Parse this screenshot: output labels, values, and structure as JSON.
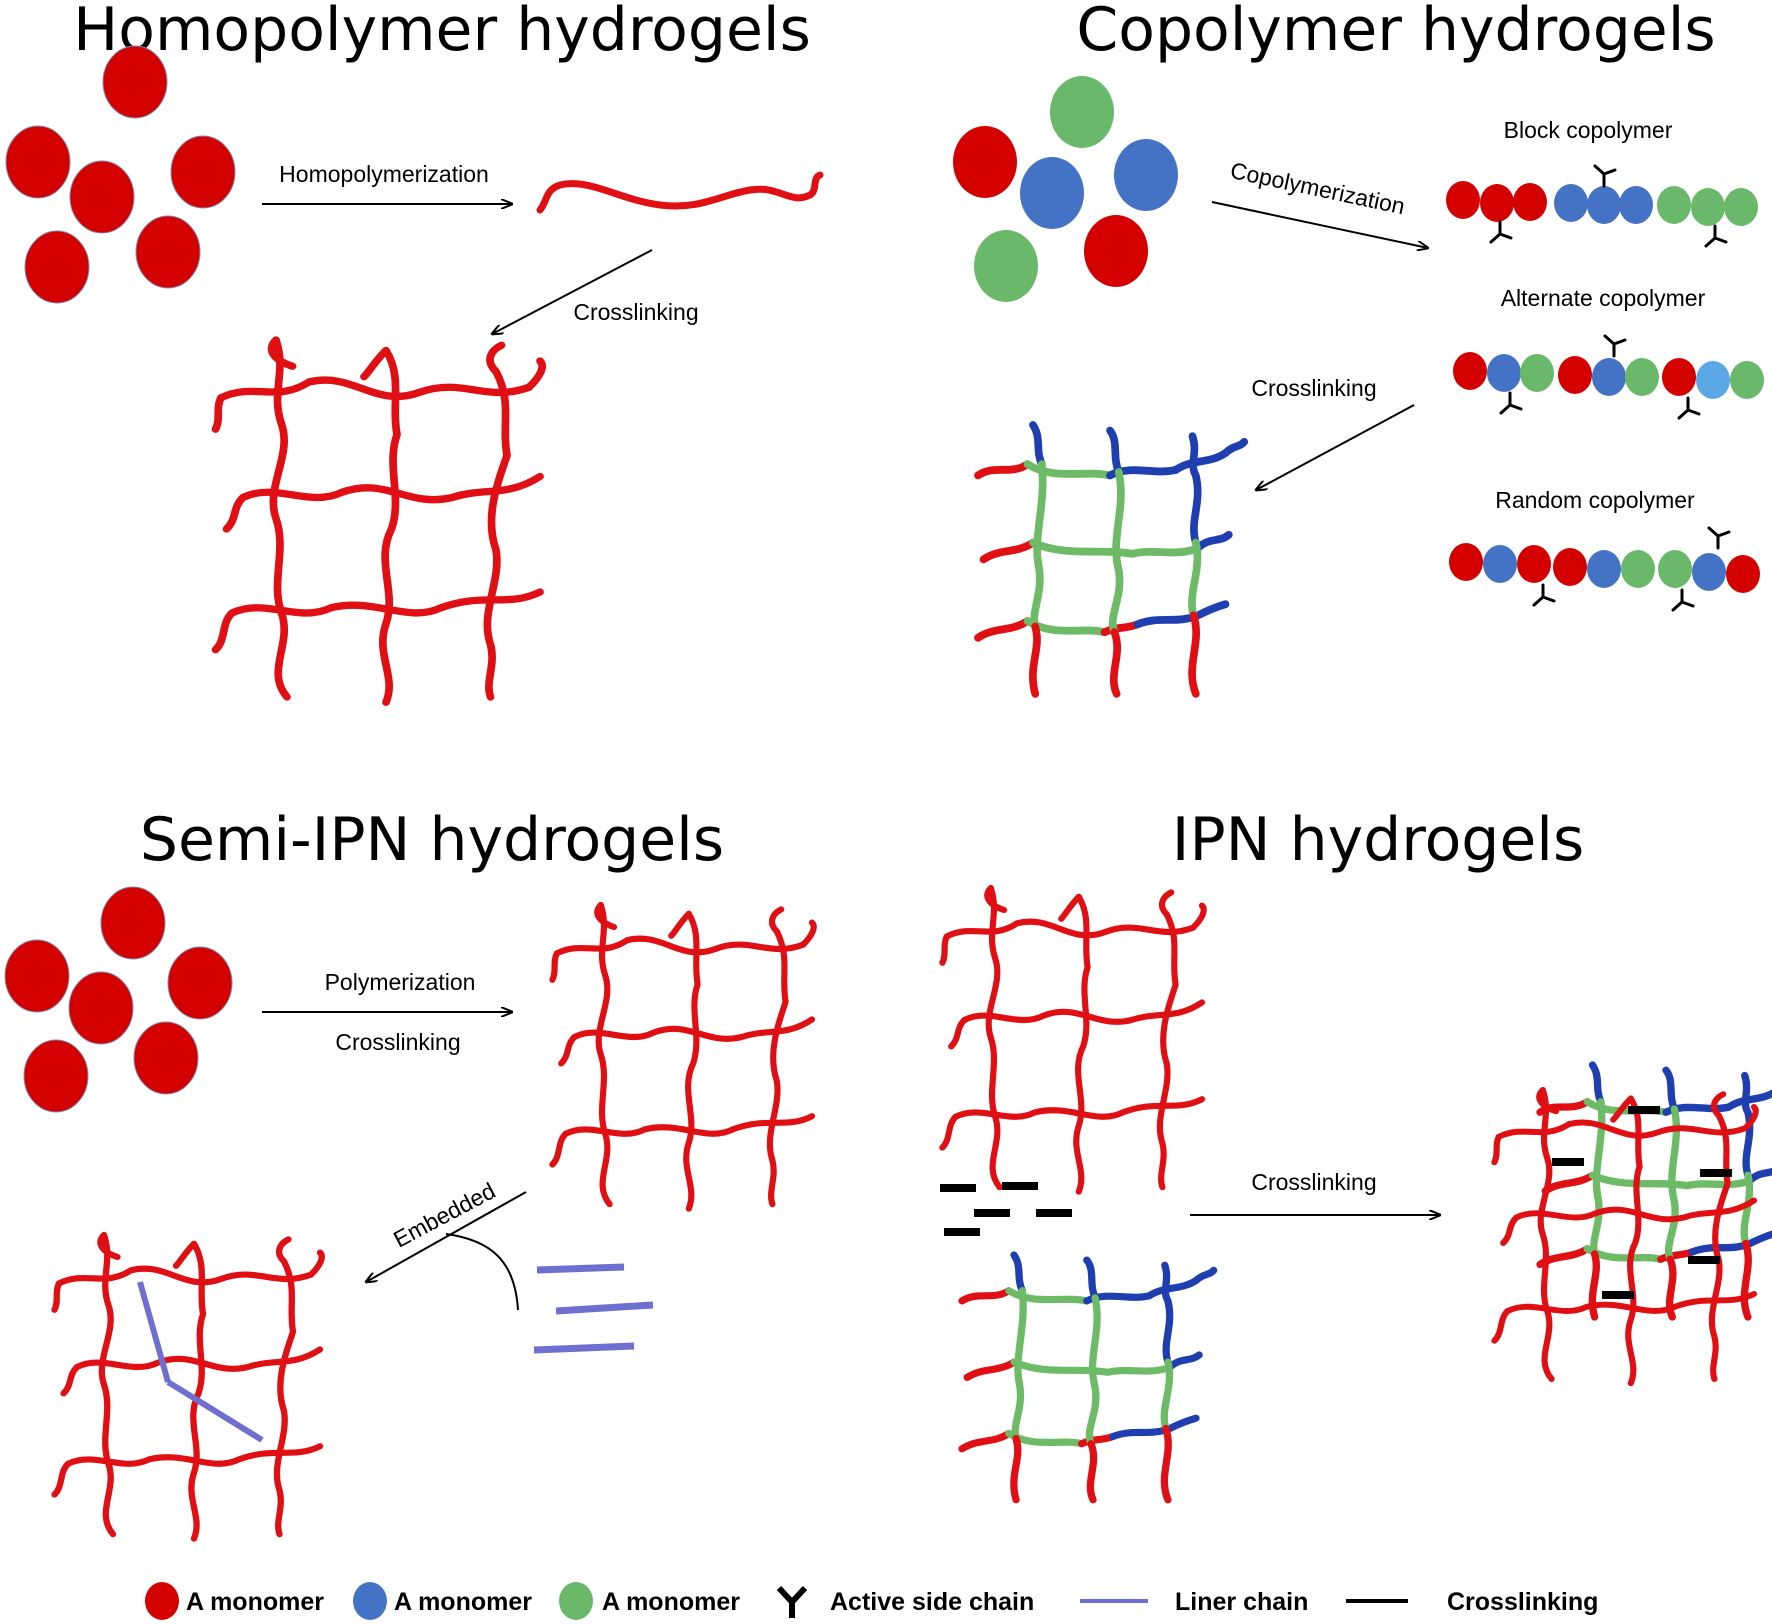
{
  "colors": {
    "monomer_red": "#d40000",
    "monomer_blue": "#4472c4",
    "monomer_light_blue": "#5ba8e6",
    "monomer_green": "#6ab86a",
    "chain_red": "#df0f14",
    "chain_blue": "#1f3fb0",
    "chain_green": "#6dbb67",
    "liner_chain": "#6f6fcf",
    "crosslinker": "#000000"
  },
  "panels": {
    "homopolymer": {
      "title": "Homopolymer hydrogels",
      "step1": "Homopolymerization",
      "step2": "Crosslinking"
    },
    "copolymer": {
      "title": "Copolymer hydrogels",
      "step1": "Copolymerization",
      "block": "Block copolymer",
      "alternate": "Alternate copolymer",
      "random": "Random copolymer",
      "step2": "Crosslinking"
    },
    "semi_ipn": {
      "title": "Semi-IPN hydrogels",
      "step1_top": "Polymerization",
      "step1_bottom": "Crosslinking",
      "step2": "Embedded"
    },
    "ipn": {
      "title": "IPN hydrogels",
      "step": "Crosslinking"
    }
  },
  "legend": {
    "items": [
      {
        "label": "A monomer",
        "icon": "red-monomer-icon"
      },
      {
        "label": "A monomer",
        "icon": "blue-monomer-icon"
      },
      {
        "label": "A monomer",
        "icon": "green-monomer-icon"
      },
      {
        "label": "Active side chain",
        "icon": "side-chain-icon"
      },
      {
        "label": "Liner chain",
        "icon": "liner-chain-icon"
      },
      {
        "label": "Crosslinking",
        "icon": "crosslinker-icon"
      }
    ]
  }
}
